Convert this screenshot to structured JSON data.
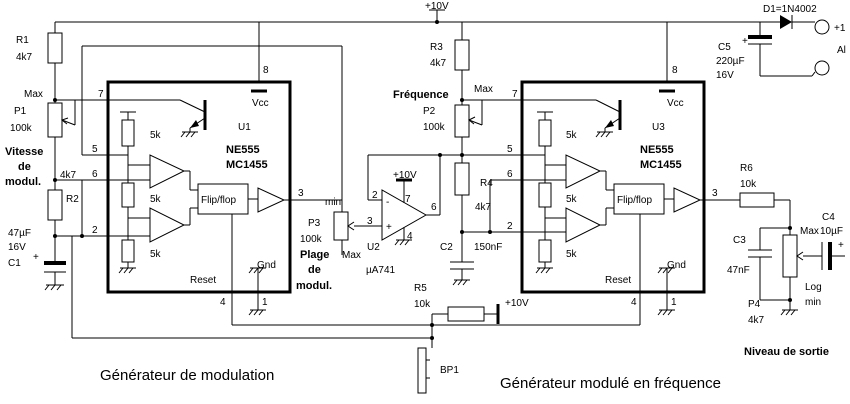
{
  "labels": {
    "vcc_rail": "+10V",
    "d1": "D1=1N4002",
    "plus1": "+1",
    "al": "Al",
    "r1": "R1",
    "r1_val": "4k7",
    "max1": "Max",
    "p1": "P1",
    "p1_val": "100k",
    "vitesse1": "Vitesse",
    "vitesse2": "de",
    "vitesse3": "modul.",
    "r2_val": "4k7",
    "r2": "R2",
    "c1_val": "47µF",
    "c1_v": "16V",
    "c1": "C1",
    "u1_pin7": "7",
    "u1_pin5": "5",
    "u1_pin6": "6",
    "u1_pin2": "2",
    "u1_pin8": "8",
    "u1_pin3": "3",
    "u1_pin4": "4",
    "u1_pin1": "1",
    "u1_res1": "5k",
    "u1_res2": "5k",
    "u1_res3": "5k",
    "u1_vcc": "Vcc",
    "u1": "U1",
    "u1_ne": "NE555",
    "u1_mc": "MC1455",
    "u1_ff": "Flip/flop",
    "u1_reset": "Reset",
    "u1_gnd": "Gnd",
    "r3": "R3",
    "r3_val": "4k7",
    "max2": "Max",
    "frequence": "Fréquence",
    "p2": "P2",
    "p2_val": "100k",
    "r4": "R4",
    "r4_val": "4k7",
    "c2": "C2",
    "c2_val": "150nF",
    "op_vcc": "+10V",
    "op_pin2": "2",
    "op_pin7": "7",
    "op_pin3": "3",
    "op_pin6": "6",
    "op_pin4": "4",
    "u2": "U2",
    "u2_part": "µA741",
    "min_p3": "min",
    "p3": "P3",
    "p3_val": "100k",
    "plage1": "Plage",
    "plage2": "de",
    "plage3": "modul.",
    "max_p3": "Max",
    "r5": "R5",
    "r5_val": "10k",
    "r5_vcc": "+10V",
    "bp1": "BP1",
    "u3_pin7": "7",
    "u3_pin5": "5",
    "u3_pin6": "6",
    "u3_pin2": "2",
    "u3_pin8": "8",
    "u3_pin3": "3",
    "u3_pin4": "4",
    "u3_pin1": "1",
    "u3_res1": "5k",
    "u3_res2": "5k",
    "u3_res3": "5k",
    "u3_vcc": "Vcc",
    "u3": "U3",
    "u3_ne": "NE555",
    "u3_mc": "MC1455",
    "u3_ff": "Flip/flop",
    "u3_reset": "Reset",
    "u3_gnd": "Gnd",
    "c5": "C5",
    "c5_val": "220µF",
    "c5_v": "16V",
    "r6": "R6",
    "r6_val": "10k",
    "c4": "C4",
    "c4_val": "10µF",
    "max3": "Max",
    "c3": "C3",
    "c3_val": "47nF",
    "log": "Log",
    "min3": "min",
    "p4": "P4",
    "p4_val": "4k7",
    "niveau": "Niveau de sortie"
  },
  "titles": {
    "left": "Générateur de modulation",
    "right": "Générateur modulé en fréquence"
  }
}
